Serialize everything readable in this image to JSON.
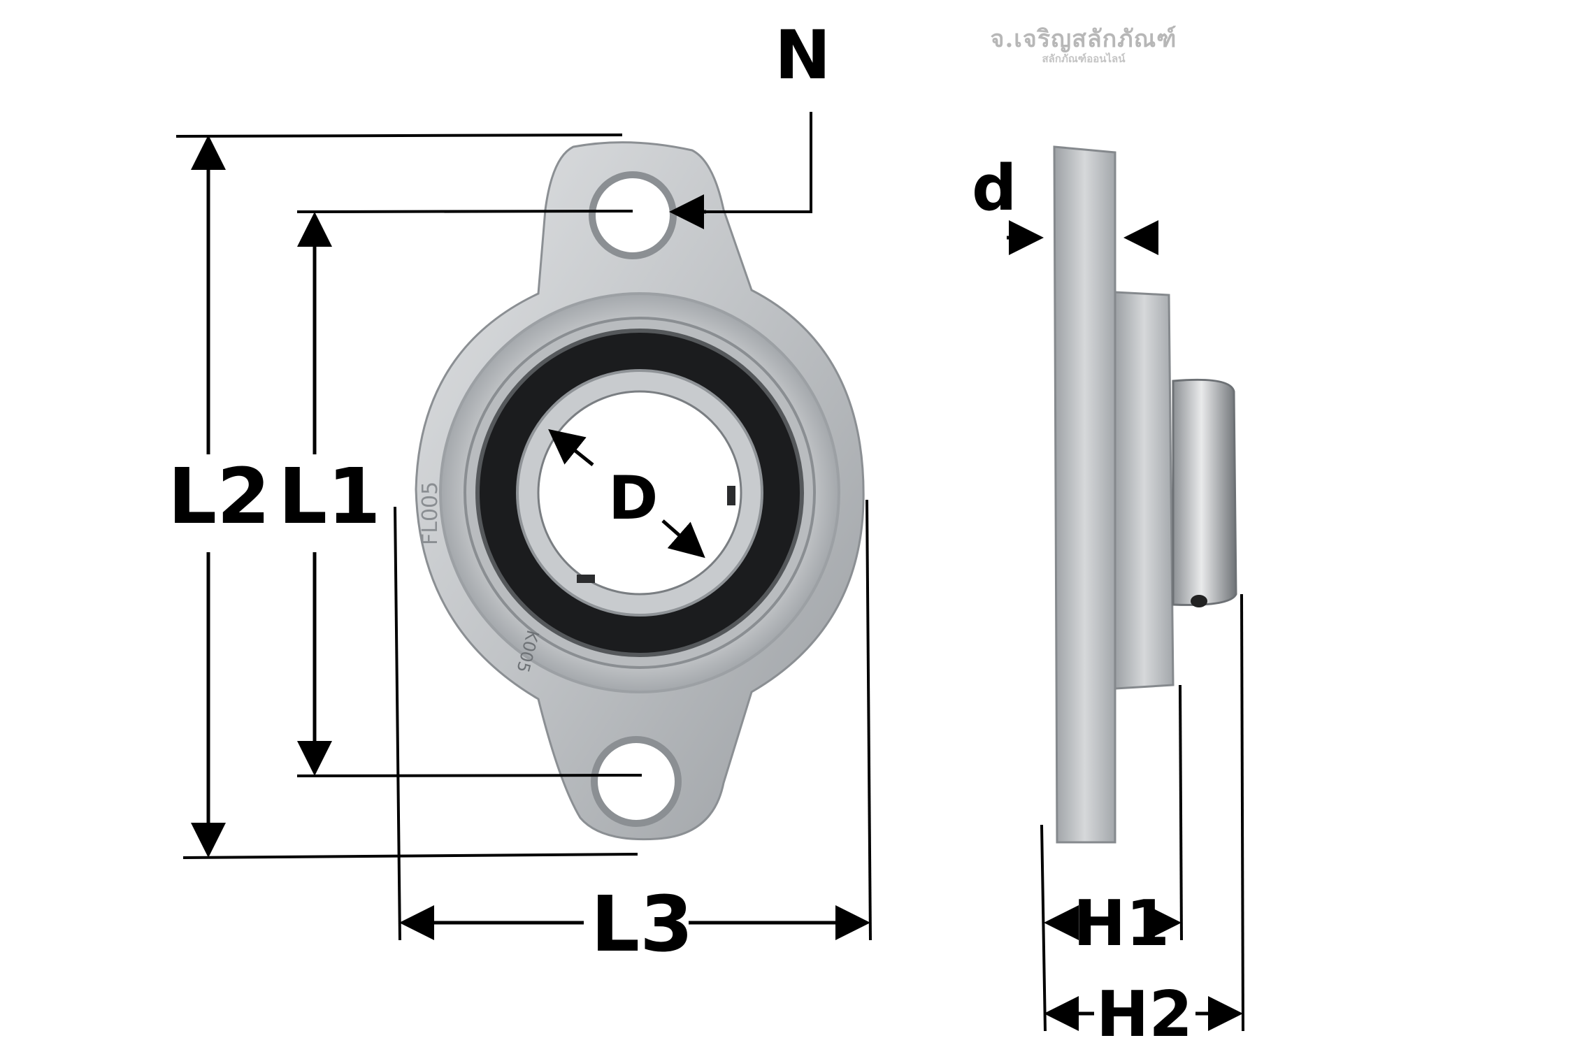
{
  "watermark": {
    "shop_name": "จ.เจริญสลักภัณฑ์",
    "tagline": "สลักภัณฑ์ออนไลน์"
  },
  "part": {
    "marking": "FL005",
    "bearing_marking": "K005"
  },
  "dimensions": {
    "N": "N",
    "d": "d",
    "D": "D",
    "L1": "L1",
    "L2": "L2",
    "L3": "L3",
    "H1": "H1",
    "H2": "H2"
  },
  "colors": {
    "metal_light": "#d2d4d6",
    "metal_mid": "#aeb1b4",
    "metal_dark": "#7f8387",
    "bearing_black": "#1b1c1e",
    "line": "#000000"
  }
}
